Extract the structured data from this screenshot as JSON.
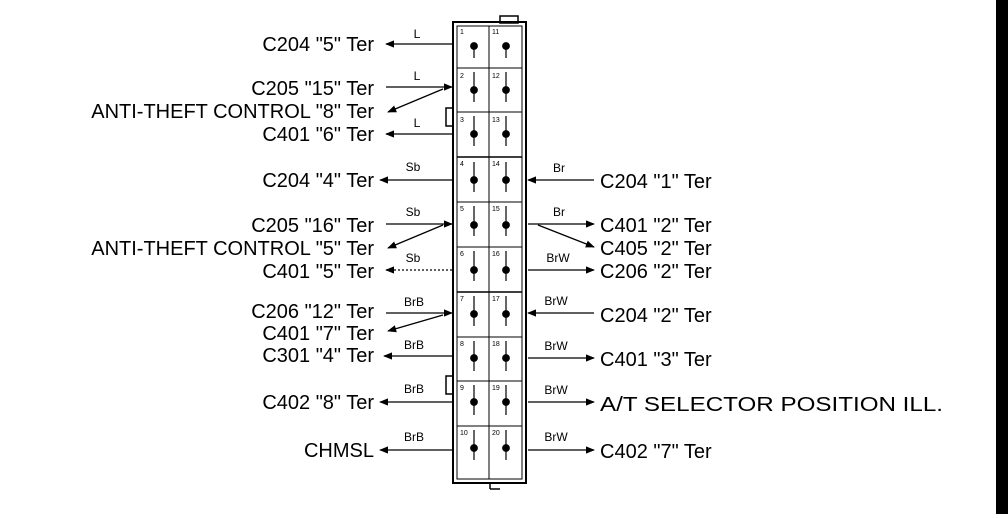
{
  "diagram": {
    "pin_numbers": [
      "1",
      "2",
      "3",
      "4",
      "5",
      "6",
      "7",
      "8",
      "9",
      "10",
      "11",
      "12",
      "13",
      "14",
      "15",
      "16",
      "17",
      "18",
      "19",
      "20"
    ],
    "left_labels": [
      "C204 \"5\" Ter",
      "C205 \"15\" Ter",
      "ANTI-THEFT CONTROL \"8\" Ter",
      "C401 \"6\" Ter",
      "C204 \"4\" Ter",
      "C205 \"16\" Ter",
      "ANTI-THEFT CONTROL \"5\" Ter",
      "C401 \"5\" Ter",
      "C206 \"12\" Ter",
      "C401 \"7\" Ter",
      "C301 \"4\" Ter",
      "C402 \"8\" Ter",
      "CHMSL"
    ],
    "right_labels": [
      "C204 \"1\" Ter",
      "C401 \"2\" Ter",
      "C405 \"2\" Ter",
      "C206 \"2\" Ter",
      "C204 \"2\" Ter",
      "C401 \"3\" Ter",
      "A/T SELECTOR POSITION ILL.",
      "C402 \"7\" Ter"
    ],
    "left_wire_colors": [
      "L",
      "L",
      "L",
      "Sb",
      "Sb",
      "Sb",
      "BrB",
      "BrB",
      "BrB",
      "BrB"
    ],
    "right_wire_colors": [
      "Br",
      "Br",
      "BrW",
      "BrW",
      "BrW",
      "BrW",
      "BrW"
    ],
    "colors": {
      "ink": "#000000",
      "paper": "#ffffff"
    }
  }
}
